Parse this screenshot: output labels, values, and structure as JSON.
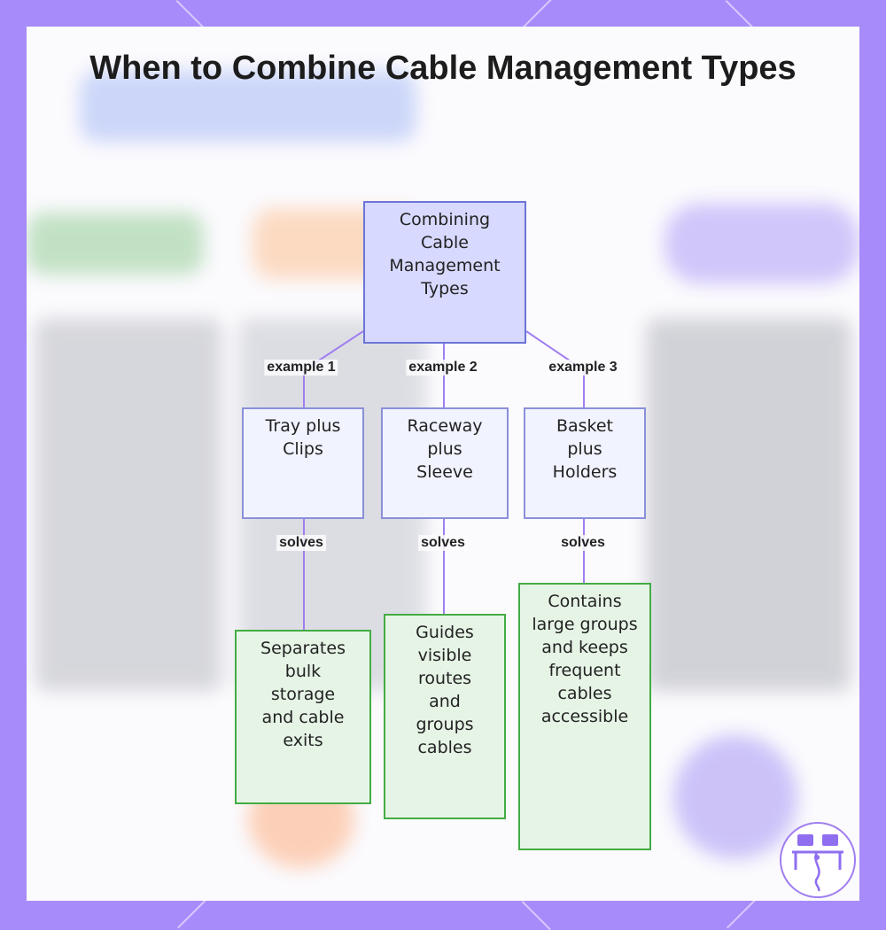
{
  "title": "When to Combine Cable Management Types",
  "colors": {
    "frame": "#a78bfa",
    "root_fill": "#d7d9ff",
    "root_border": "#6d74d6",
    "mid_fill": "#f1f3ff",
    "mid_border": "#8a90d8",
    "leaf_fill": "#e6f4e6",
    "leaf_border": "#43ac43",
    "edge": "#9f7ef0"
  },
  "root": {
    "label": "Combining Cable Management Types"
  },
  "branches": [
    {
      "edge_label": "example 1",
      "node": "Tray plus Clips",
      "outcome_label": "solves",
      "outcome": "Separates bulk storage and cable exits"
    },
    {
      "edge_label": "example 2",
      "node": "Raceway plus Sleeve",
      "outcome_label": "solves",
      "outcome": "Guides visible routes and groups cables"
    },
    {
      "edge_label": "example 3",
      "node": "Basket plus Holders",
      "outcome_label": "solves",
      "outcome": "Contains large groups and keeps frequent cables accessible"
    }
  ],
  "logo": {
    "icon": "desk-network-icon"
  }
}
